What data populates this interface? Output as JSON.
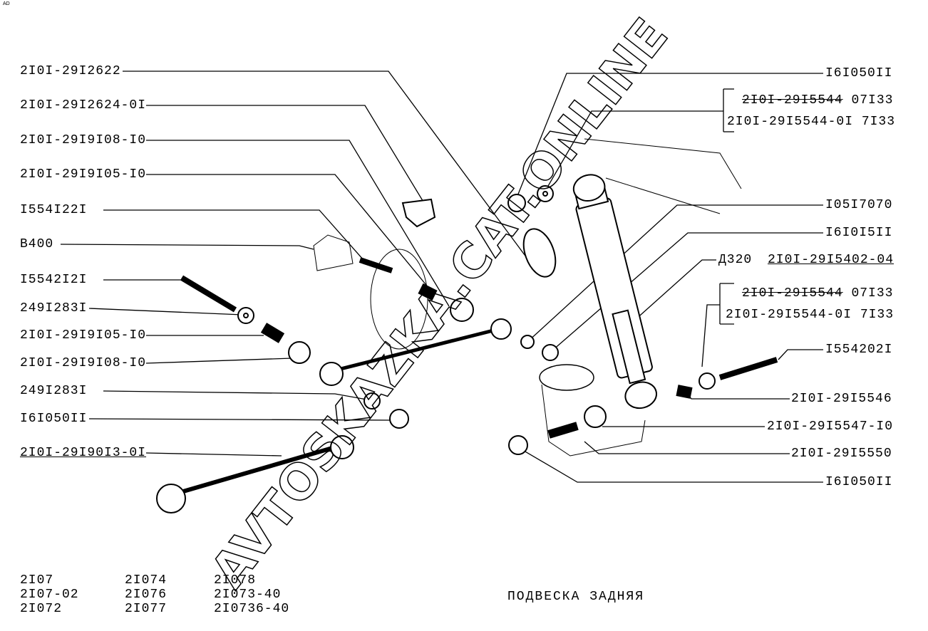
{
  "corner_mark": "AD",
  "watermark": "AVTOSKAZKA.CAT.ONLINE",
  "title": "ПОДВЕСКА  ЗАДНЯЯ",
  "left_labels": [
    "2I0I-29I2622",
    "2I0I-29I2624-0I",
    "2I0I-29I9I08-I0",
    "2I0I-29I9I05-I0",
    "I554I22I",
    "B400",
    "I5542I2I",
    "249I283I",
    "2I0I-29I9I05-I0",
    "2I0I-29I9I08-I0",
    "249I283I",
    "I6I050II",
    "2I0I-29I90I3-0I"
  ],
  "right_labels": {
    "top_nut": "I6I050II",
    "bracket1_old": "2I0I-29I5544",
    "bracket1_old_suffix": "07I33",
    "bracket1_new": "2I0I-29I5544-0I 7I33",
    "r1": "I05I7070",
    "r2": "I6I0I5II",
    "d320": "Д320",
    "shock": "2I0I-29I5402-04",
    "bracket2_old": "2I0I-29I5544",
    "bracket2_old_suffix": "07I33",
    "bracket2_new": "2I0I-29I5544-0I 7I33",
    "bolt": "I554202I",
    "r3": "2I0I-29I5546",
    "r4": "2I0I-29I5547-I0",
    "r5": "2I0I-29I5550",
    "bottom_nut": "I6I050II"
  },
  "models": [
    [
      "2I07",
      "2I07-02",
      "2I072"
    ],
    [
      "2I074",
      "2I076",
      "2I077"
    ],
    [
      "2I078",
      "2I073-40",
      "2I0736-40"
    ]
  ]
}
